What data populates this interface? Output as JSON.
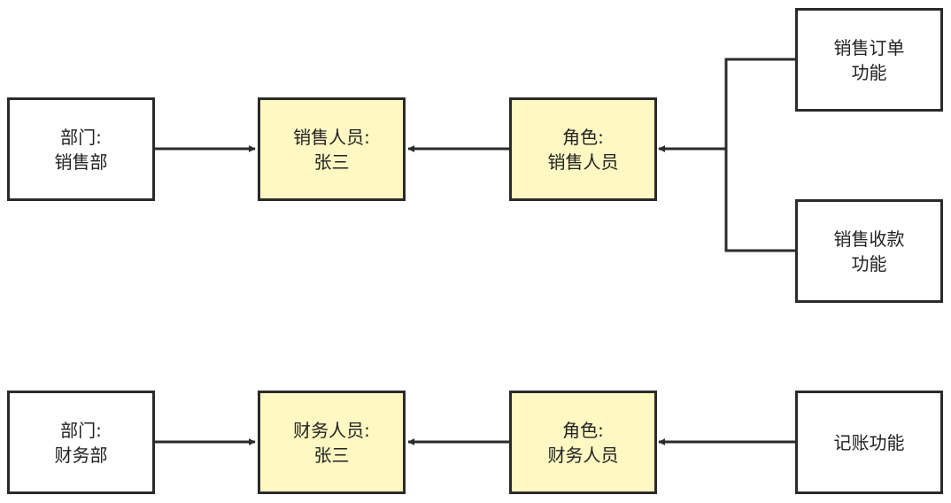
{
  "colors": {
    "border": "#2b2b2b",
    "yellow_fill": "#fff8c2",
    "white_fill": "#ffffff",
    "line": "#2b2b2b",
    "text": "#222222"
  },
  "top": {
    "dept": {
      "line1": "部门:",
      "line2": "销售部"
    },
    "person": {
      "line1": "销售人员:",
      "line2": "张三"
    },
    "role": {
      "line1": "角色:",
      "line2": "销售人员"
    },
    "order_func": {
      "line1": "销售订单",
      "line2": "功能"
    },
    "payment_func": {
      "line1": "销售收款",
      "line2": "功能"
    }
  },
  "bottom": {
    "dept": {
      "line1": "部门:",
      "line2": "财务部"
    },
    "person": {
      "line1": "财务人员:",
      "line2": "张三"
    },
    "role": {
      "line1": "角色:",
      "line2": "财务人员"
    },
    "accounting_func": {
      "label": "记账功能"
    }
  }
}
